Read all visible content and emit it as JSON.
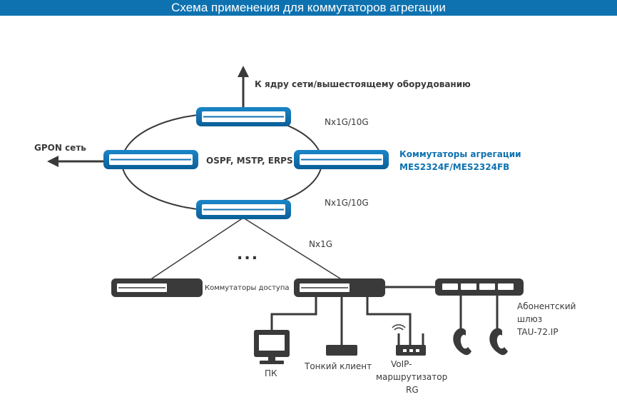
{
  "header": {
    "title": "Схема применения для коммутаторов агрегации"
  },
  "labels": {
    "core": "К ядру сети/вышестоящему оборудованию",
    "gpon": "GPON сеть",
    "link_top": "Nx1G/10G",
    "link_bottom": "Nx1G/10G",
    "protocols": "OSPF, MSTP, ERPS",
    "aggregation_line1": "Коммутаторы агрегации",
    "aggregation_line2": "MES2324F/MES2324FB",
    "access_link": "Nx1G",
    "ellipsis": "...",
    "access_switches": "Коммутаторы доступа",
    "pc": "ПК",
    "thin_client": "Тонкий клиент",
    "voip_router_line1": "VoIP-",
    "voip_router_line2": "маршрутизатор",
    "voip_router_line3": "RG",
    "gateway_line1": "Абонентский",
    "gateway_line2": "шлюз",
    "gateway_line3": "TAU-72.IP"
  },
  "colors": {
    "accent": "#0f72b0",
    "switch_dark": "#3a3a3a",
    "line": "#3a3a3a"
  },
  "icons": [
    "arrow-up-icon",
    "arrow-left-icon",
    "switch-icon",
    "pc-icon",
    "thin-client-icon",
    "router-icon",
    "phone-icon",
    "gateway-icon"
  ]
}
